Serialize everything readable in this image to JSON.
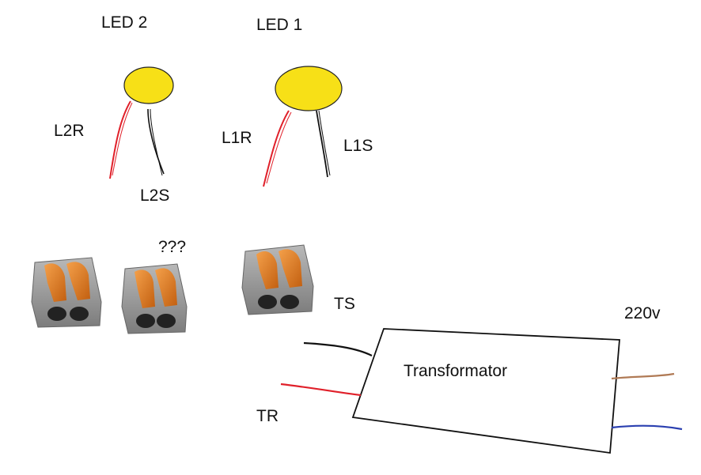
{
  "leds": [
    {
      "label": "LED 2",
      "red_lead": "L2R",
      "black_lead": "L2S"
    },
    {
      "label": "LED 1",
      "red_lead": "L1R",
      "black_lead": "L1S"
    }
  ],
  "connector_note": "???",
  "transformer": {
    "label": "Transformator",
    "input_label": "220v",
    "black_wire_label": "TS",
    "red_wire_label": "TR"
  },
  "colors": {
    "led": "#f7e017",
    "red_wire": "#e0202a",
    "black_wire": "#111111",
    "brown_wire": "#b07a55",
    "blue_wire": "#2a3fb0",
    "connector_body": "#9a9a9a",
    "connector_lever": "#e07b1a"
  }
}
